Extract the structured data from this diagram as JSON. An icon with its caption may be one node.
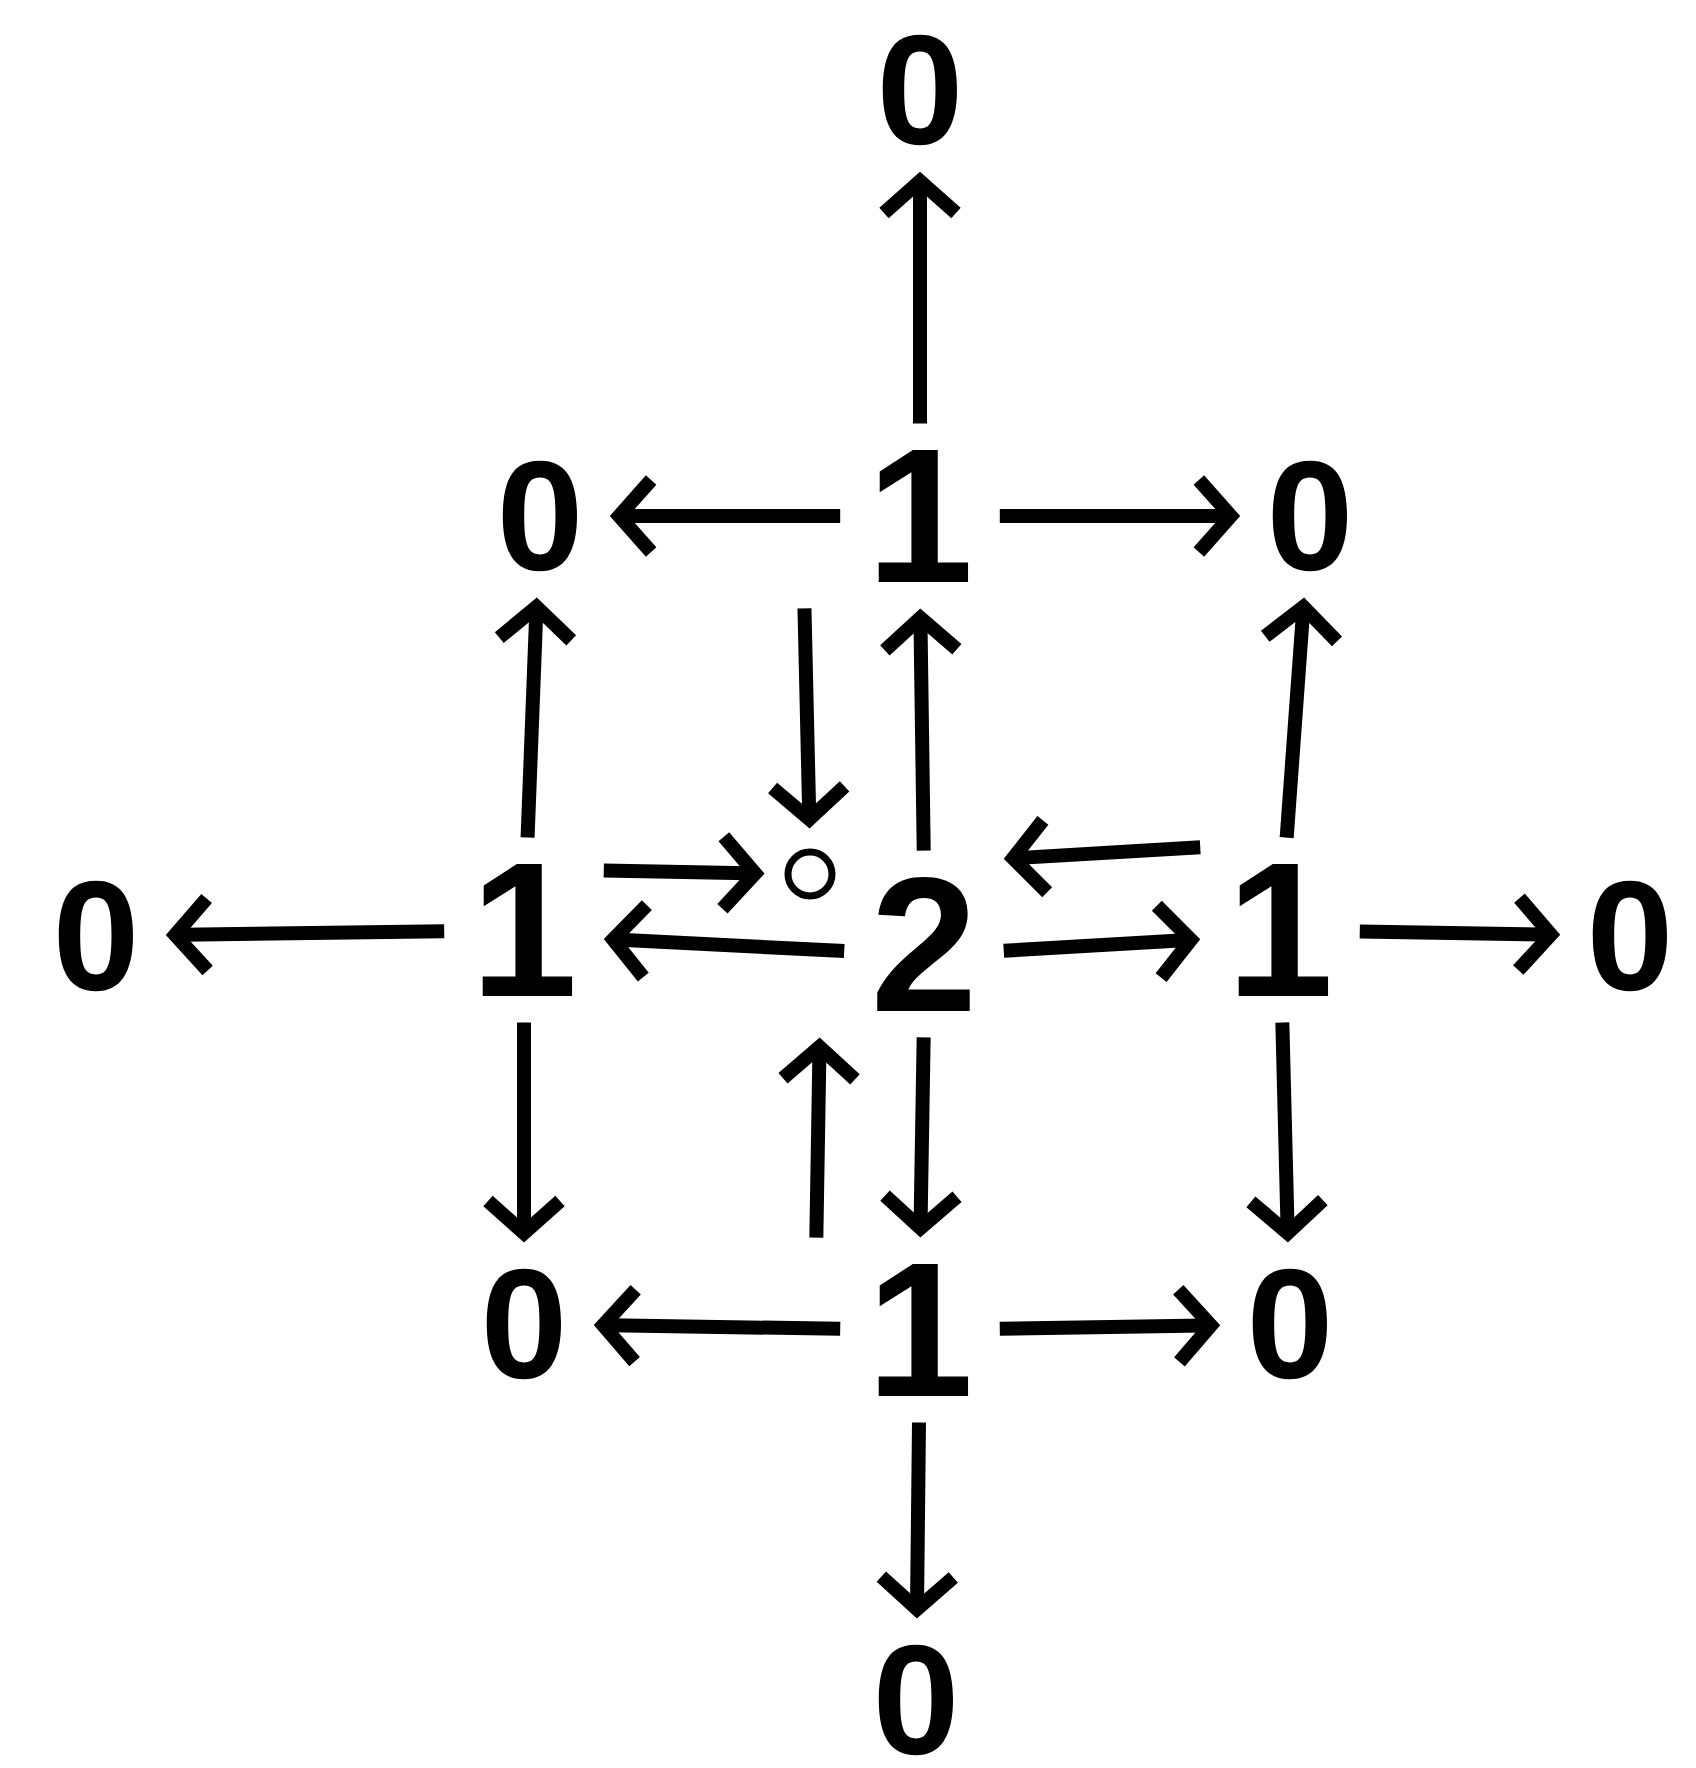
{
  "diagram": {
    "nodes": [
      {
        "text": [
          "0"
        ]
      },
      {
        "text": [
          "0"
        ]
      },
      {
        "text": [
          "1"
        ]
      },
      {
        "text": [
          "0"
        ]
      },
      {
        "text": [
          "0"
        ]
      },
      {
        "text": [
          "1"
        ]
      },
      {
        "text": [],
        "shape": "circle"
      },
      {
        "text": [
          "2"
        ]
      },
      {
        "text": [
          "1"
        ]
      },
      {
        "text": [
          "0"
        ]
      },
      {
        "text": [
          "0"
        ]
      },
      {
        "text": [
          "1"
        ]
      },
      {
        "text": [
          "0"
        ]
      },
      {
        "text": [
          "0"
        ]
      }
    ],
    "edges": [
      {
        "from": 2,
        "to": 0,
        "arrow": "to"
      },
      {
        "from": 2,
        "to": 1,
        "arrow": "to"
      },
      {
        "from": 2,
        "to": 3,
        "arrow": "to"
      },
      {
        "from": 2,
        "to": 6,
        "arrow": "to"
      },
      {
        "from": 7,
        "to": 2,
        "arrow": "to"
      },
      {
        "from": 5,
        "to": 1,
        "arrow": "to"
      },
      {
        "from": 5,
        "to": 4,
        "arrow": "to"
      },
      {
        "from": 5,
        "to": 6,
        "arrow": "to"
      },
      {
        "from": 7,
        "to": 5,
        "arrow": "to"
      },
      {
        "from": 8,
        "to": 3,
        "arrow": "to"
      },
      {
        "from": 8,
        "to": 9,
        "arrow": "to"
      },
      {
        "from": 8,
        "to": 7,
        "arrow": "to"
      },
      {
        "from": 7,
        "to": 8,
        "arrow": "to"
      },
      {
        "from": 5,
        "to": 10,
        "arrow": "to"
      },
      {
        "from": 8,
        "to": 12,
        "arrow": "to"
      },
      {
        "from": 11,
        "to": 7,
        "arrow": "to"
      },
      {
        "from": 7,
        "to": 11,
        "arrow": "to"
      },
      {
        "from": 11,
        "to": 10,
        "arrow": "to"
      },
      {
        "from": 11,
        "to": 12,
        "arrow": "to"
      },
      {
        "from": 11,
        "to": 13,
        "arrow": "to"
      }
    ]
  }
}
